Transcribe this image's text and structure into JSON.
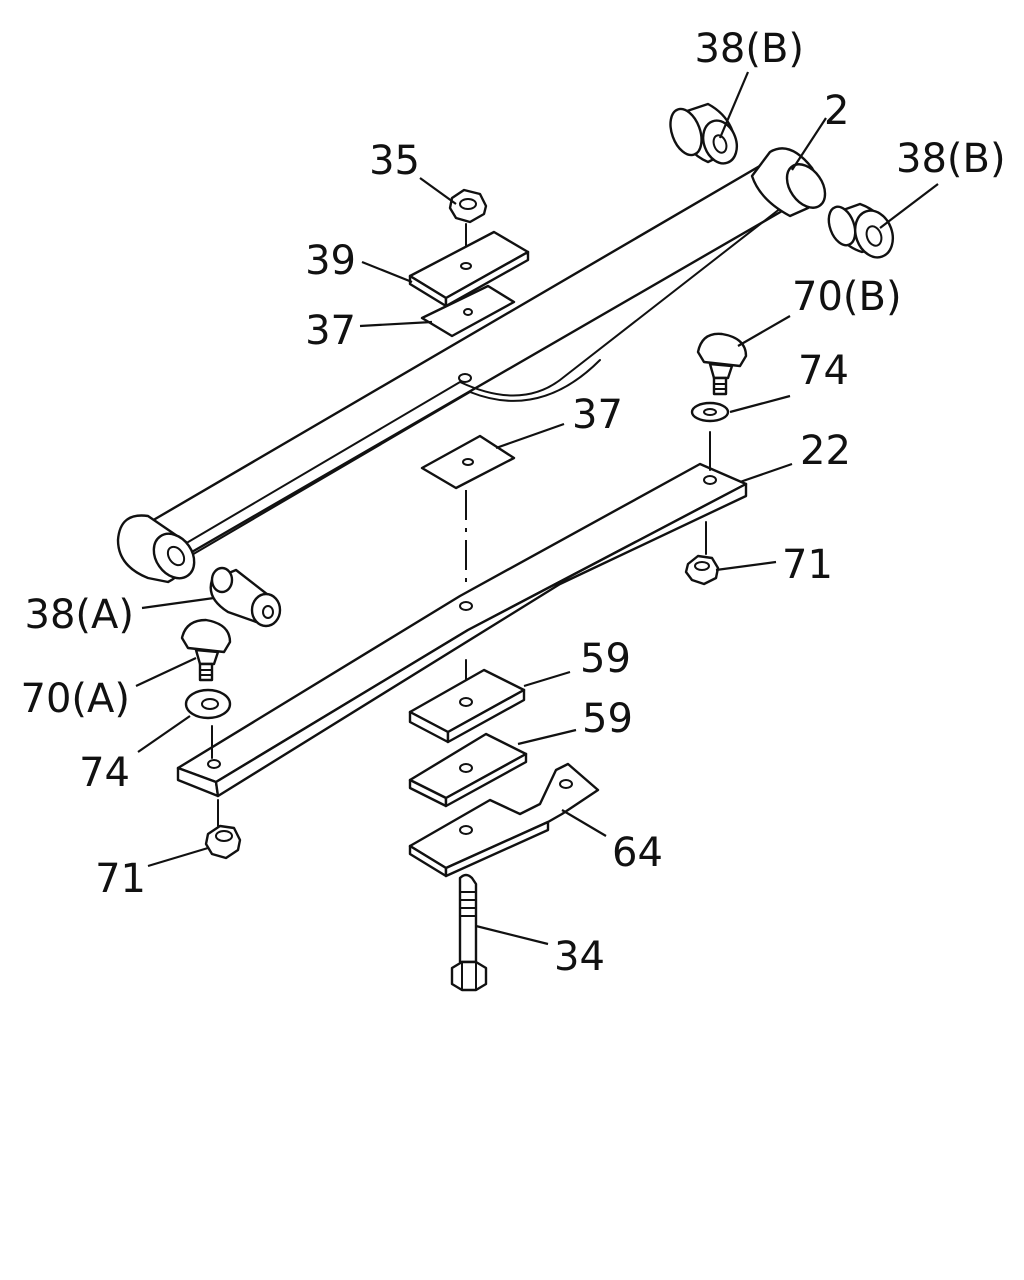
{
  "callouts": {
    "c_38b_top": "38(B)",
    "c_2": "2",
    "c_38b_right": "38(B)",
    "c_35": "35",
    "c_39": "39",
    "c_37_top": "37",
    "c_70b": "70(B)",
    "c_74_right": "74",
    "c_37_mid": "37",
    "c_22": "22",
    "c_71_right": "71",
    "c_38a": "38(A)",
    "c_59_top": "59",
    "c_70a": "70(A)",
    "c_59_bottom": "59",
    "c_74_left": "74",
    "c_64": "64",
    "c_71_left": "71",
    "c_34": "34"
  }
}
